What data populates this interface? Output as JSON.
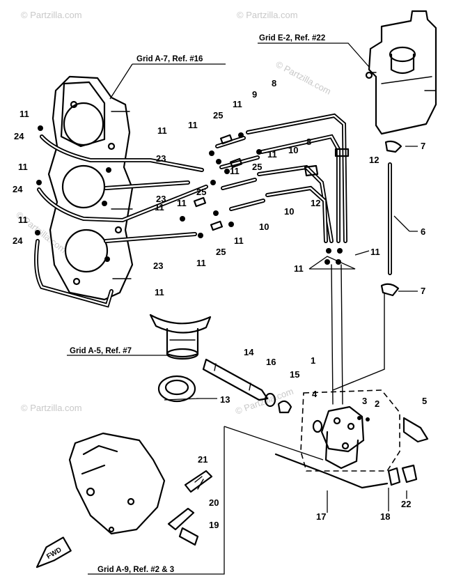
{
  "watermark": "© Partzilla.com",
  "grid_refs": {
    "e2": "Grid E-2, Ref. #22",
    "a7": "Grid A-7, Ref. #16",
    "a5": "Grid A-5, Ref. #7",
    "a9": "Grid A-9, Ref. #2 & 3"
  },
  "fwd_label": "FWD",
  "callouts": {
    "c1": "1",
    "c2": "2",
    "c3": "3",
    "c4": "4",
    "c5": "5",
    "c6": "6",
    "c7a": "7",
    "c7b": "7",
    "c8a": "8",
    "c8b": "8",
    "c9": "9",
    "c10a": "10",
    "c10b": "10",
    "c10c": "10",
    "c11a": "11",
    "c11b": "11",
    "c11c": "11",
    "c11d": "11",
    "c11e": "11",
    "c11f": "11",
    "c11g": "11",
    "c11h": "11",
    "c11i": "11",
    "c11j": "11",
    "c11k": "11",
    "c11l": "11",
    "c11m": "11",
    "c11n": "11",
    "c11o": "11",
    "c12a": "12",
    "c12b": "12",
    "c13": "13",
    "c14": "14",
    "c15": "15",
    "c16": "16",
    "c17": "17",
    "c18": "18",
    "c19": "19",
    "c20": "20",
    "c21": "21",
    "c22": "22",
    "c23a": "23",
    "c23b": "23",
    "c23c": "23",
    "c24a": "24",
    "c24b": "24",
    "c24c": "24",
    "c25a": "25",
    "c25b": "25",
    "c25c": "25",
    "c25d": "25"
  }
}
